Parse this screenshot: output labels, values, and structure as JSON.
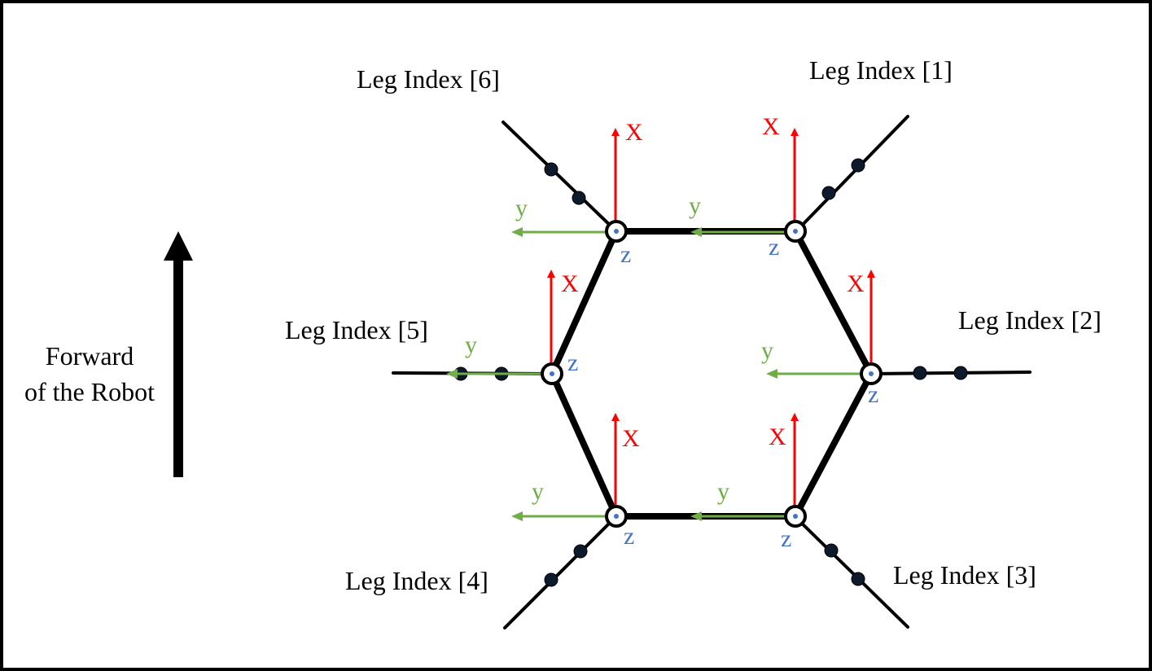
{
  "legs": [
    {
      "index": "1",
      "label": "Leg Index [1]"
    },
    {
      "index": "2",
      "label": "Leg Index [2]"
    },
    {
      "index": "3",
      "label": "Leg Index [3]"
    },
    {
      "index": "4",
      "label": "Leg Index [4]"
    },
    {
      "index": "5",
      "label": "Leg Index [5]"
    },
    {
      "index": "6",
      "label": "Leg Index [6]"
    }
  ],
  "forward": {
    "line1": "Forward",
    "line2": "of the Robot"
  },
  "axes": {
    "x_label": "X",
    "y_label": "y",
    "z_label": "z",
    "x_color": "#ff0000",
    "y_color": "#70ad47",
    "z_color": "#4472c4"
  },
  "colors": {
    "body": "#000000",
    "joint_dot": "#0d1a2b",
    "background": "#ffffff"
  }
}
